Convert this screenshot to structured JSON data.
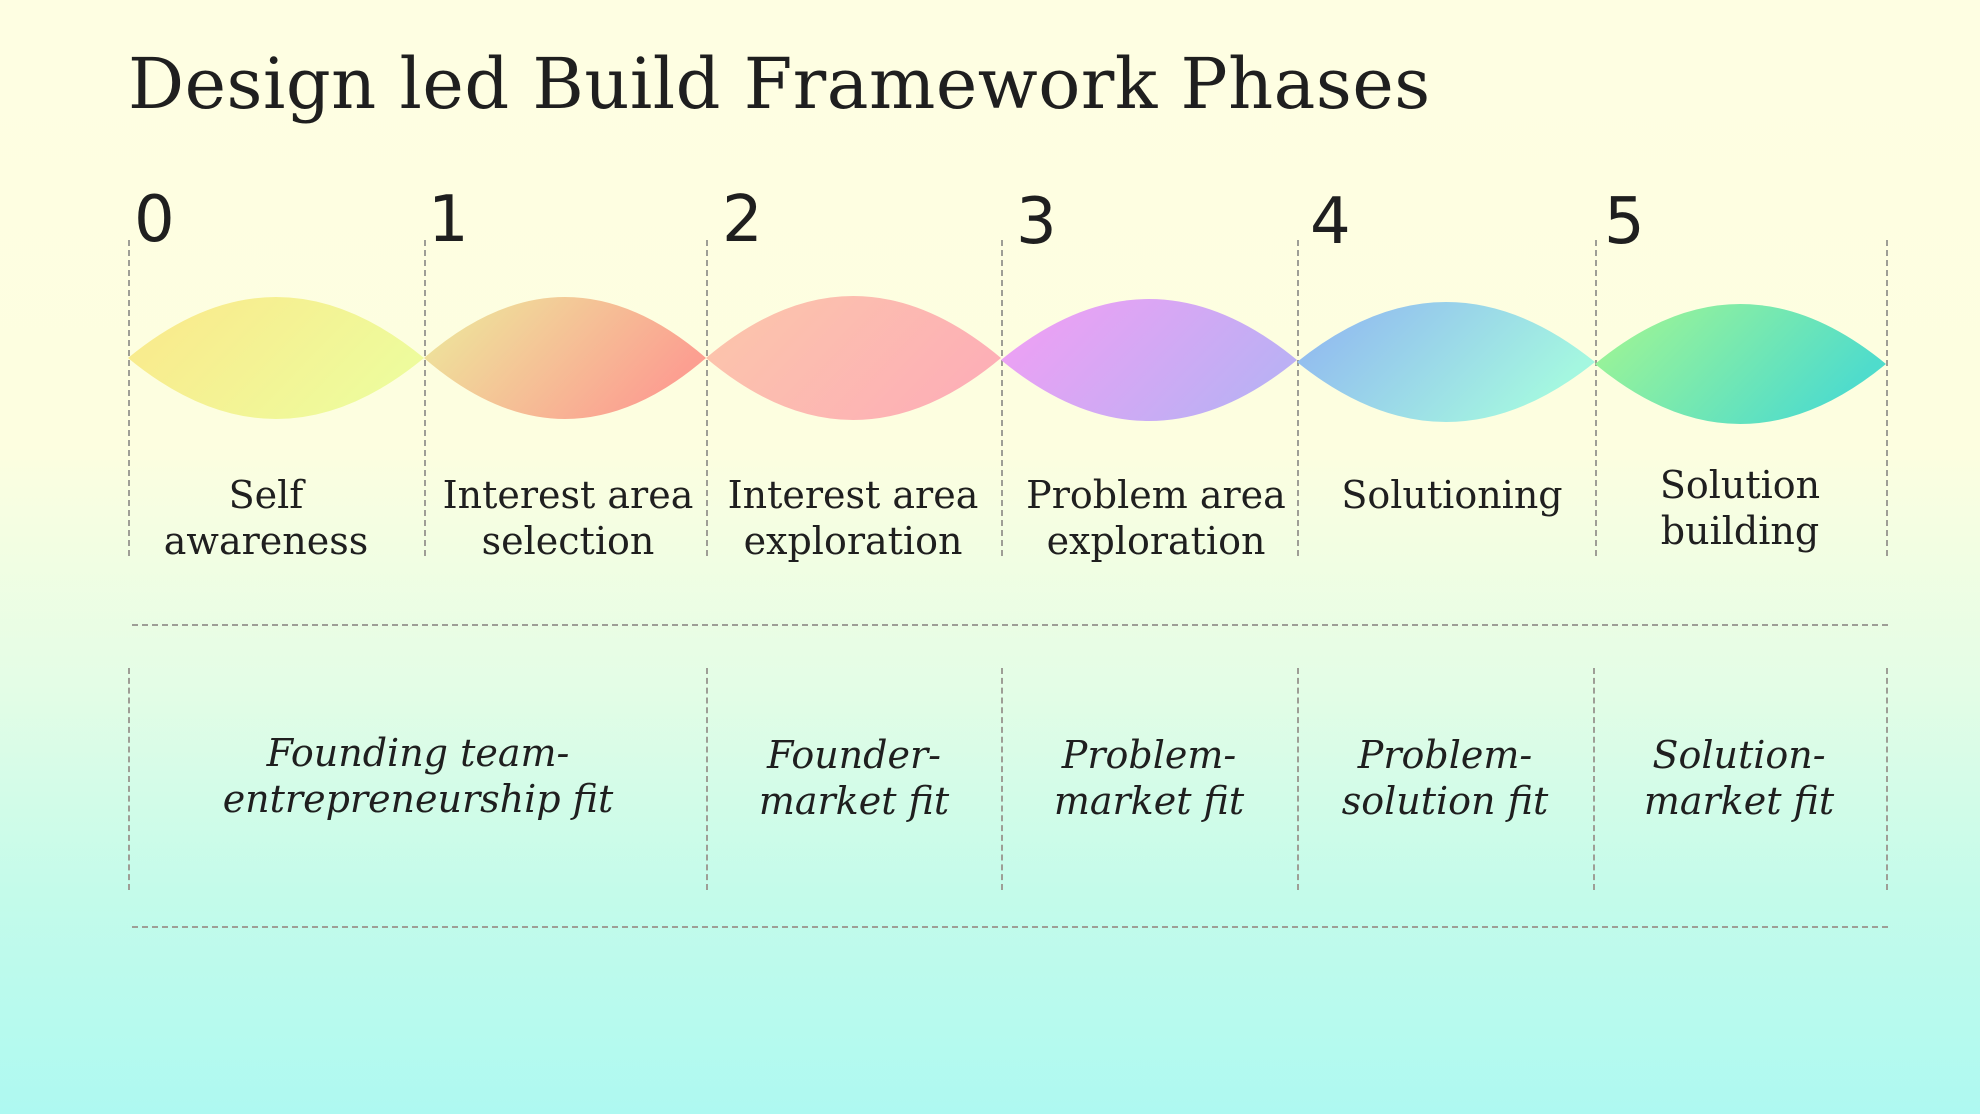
{
  "title": "Design led Build Framework Phases",
  "phases": [
    {
      "number": "0",
      "label_line1": "Self",
      "label_line2": "awareness",
      "color_start": "#fbe88a",
      "color_end": "#eefb9c"
    },
    {
      "number": "1",
      "label_line1": "Interest area",
      "label_line2": "selection",
      "color_start": "#ecec9c",
      "color_end": "#fc9f91"
    },
    {
      "number": "2",
      "label_line1": "Interest area",
      "label_line2": "exploration",
      "color_start": "#fcc7aa",
      "color_end": "#fdb0b6"
    },
    {
      "number": "3",
      "label_line1": "Problem area",
      "label_line2": "exploration",
      "color_start": "#f49ef4",
      "color_end": "#bcb0f4"
    },
    {
      "number": "4",
      "label_line1": "Solutioning",
      "label_line2": "",
      "color_start": "#8fb2f2",
      "color_end": "#a4f7e0"
    },
    {
      "number": "5",
      "label_line1": "Solution",
      "label_line2": "building",
      "color_start": "#a6f78f",
      "color_end": "#4fdccc"
    }
  ],
  "fits": [
    {
      "line1": "Founding team-",
      "line2": "entrepreneurship fit"
    },
    {
      "line1": "Founder-",
      "line2": "market fit"
    },
    {
      "line1": "Problem-",
      "line2": "market fit"
    },
    {
      "line1": "Problem-",
      "line2": "solution fit"
    },
    {
      "line1": "Solution-",
      "line2": "market fit"
    }
  ]
}
